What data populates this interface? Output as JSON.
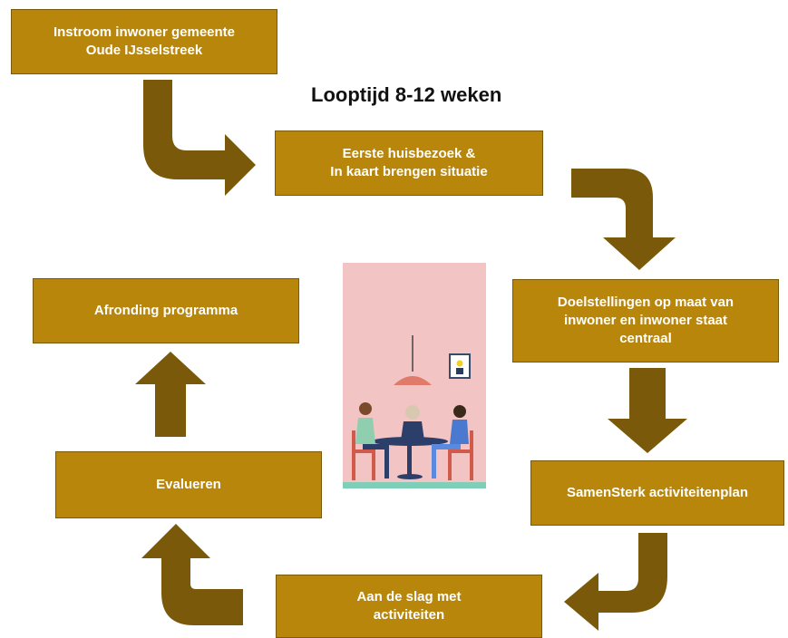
{
  "title": "Looptijd 8-12 weken",
  "steps": [
    {
      "id": "instroom",
      "text": "Instroom inwoner gemeente\nOude IJsselstreek"
    },
    {
      "id": "huisbezoek",
      "text": "Eerste huisbezoek &\nIn kaart brengen situatie"
    },
    {
      "id": "doelstellingen",
      "text": "Doelstellingen op maat van\ninwoner en inwoner staat\ncentraal"
    },
    {
      "id": "activiteitenplan",
      "text": "SamenSterk activiteitenplan"
    },
    {
      "id": "aan-de-slag",
      "text": "Aan de slag met\nactiviteiten"
    },
    {
      "id": "evalueren",
      "text": "Evalueren"
    },
    {
      "id": "afronding",
      "text": "Afronding programma"
    }
  ],
  "colors": {
    "box_fill": "#b8860b",
    "arrow": "#7a5a0a",
    "illustration_bg": "#f2c4c4",
    "floor": "#7fcfb8"
  },
  "illustration": "people-at-table-illustration"
}
